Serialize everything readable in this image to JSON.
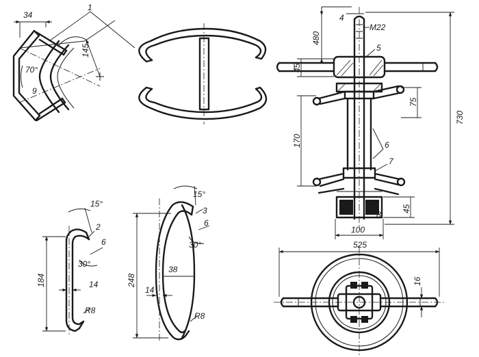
{
  "callouts": {
    "p1": "1",
    "p2": "2",
    "p3": "3",
    "p4": "4",
    "p5": "5",
    "p6": "6",
    "p7": "7",
    "p8": "8",
    "p9": "9"
  },
  "dims": {
    "d34": "34",
    "d145": "145",
    "d70deg": "70°",
    "d15deg_a": "15°",
    "d15deg_b": "15°",
    "d6_a": "6",
    "d6_b": "6",
    "d30deg_a": "30°",
    "d30deg_b": "30°",
    "d184": "184",
    "d14_a": "14",
    "d14_b": "14",
    "d248": "248",
    "d38": "38",
    "dR8_a": "R8",
    "dR8_b": "R8",
    "dM22": "M22",
    "d480": "480",
    "d45_top": "45",
    "d75": "75",
    "d170": "170",
    "d730": "730",
    "d45_bot": "45",
    "d100": "100",
    "d525": "525",
    "d16": "16"
  }
}
